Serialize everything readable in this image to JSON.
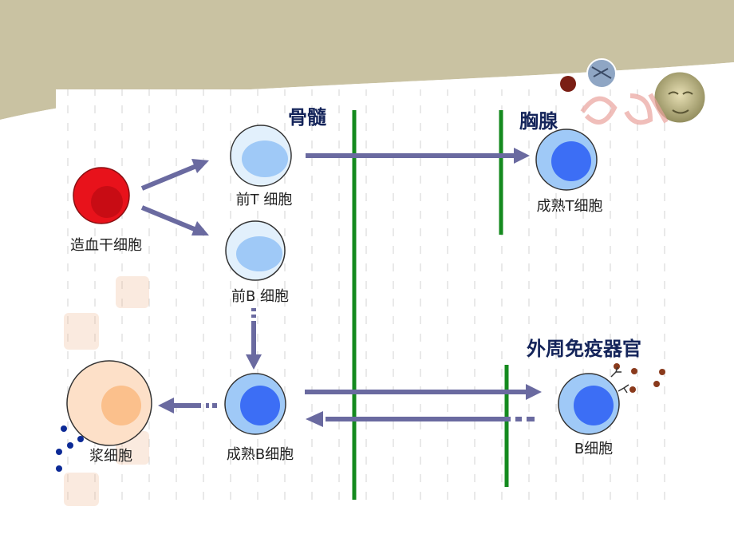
{
  "regions": {
    "bone_marrow": "骨髓",
    "thymus": "胸腺",
    "peripheral": "外周免疫器官"
  },
  "cells": {
    "hsc": "造血干细胞",
    "pre_t": "前T 细胞",
    "pre_b": "前B 细胞",
    "mature_t": "成熟T细胞",
    "mature_b": "成熟B细胞",
    "plasma": "浆细胞",
    "b_cell": "B细胞"
  },
  "colors": {
    "banner": "#c9c2a2",
    "boundary_line": "#148a1e",
    "arrow": "#6a6aa0",
    "hsc_fill": "#e8121b",
    "lymph_fill": "#9fc9f7",
    "lymph_nucleus": "#3c6ef5",
    "plasma_fill": "#fde0c8",
    "antibody_dot": "#0c2a96",
    "antigen_dot": "#8a3a1c"
  }
}
